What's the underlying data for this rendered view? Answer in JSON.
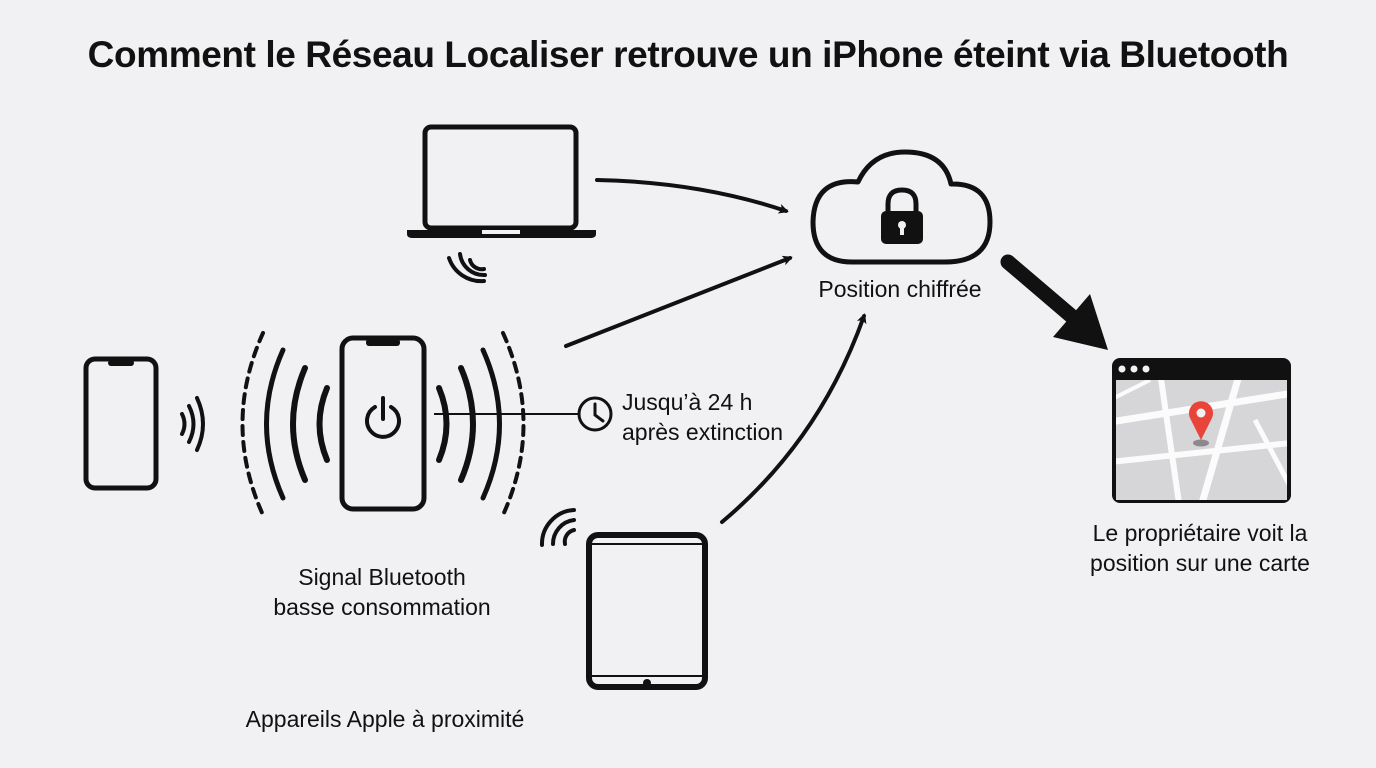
{
  "title": "Comment le Réseau Localiser retrouve un iPhone éteint via Bluetooth",
  "labels": {
    "cloud": "Position chiffrée",
    "signal_line1": "Signal Bluetooth",
    "signal_line2": "basse consommation",
    "time_line1": "Jusqu’à 24 h",
    "time_line2": "après extinction",
    "nearby": "Appareils Apple à proximité",
    "owner_line1": "Le propriétaire voit la",
    "owner_line2": "position sur une carte"
  },
  "icons": {
    "laptop": "laptop-icon",
    "cloud": "cloud-lock-icon",
    "phone_small": "iphone-icon",
    "phone_off": "iphone-power-off-icon",
    "clock": "clock-icon",
    "tablet": "ipad-icon",
    "map_window": "map-window-icon",
    "pin": "location-pin-icon"
  },
  "colors": {
    "background": "#f1f1f3",
    "ink": "#111111",
    "map": "#d6d6d8",
    "pin": "#e8443a"
  }
}
